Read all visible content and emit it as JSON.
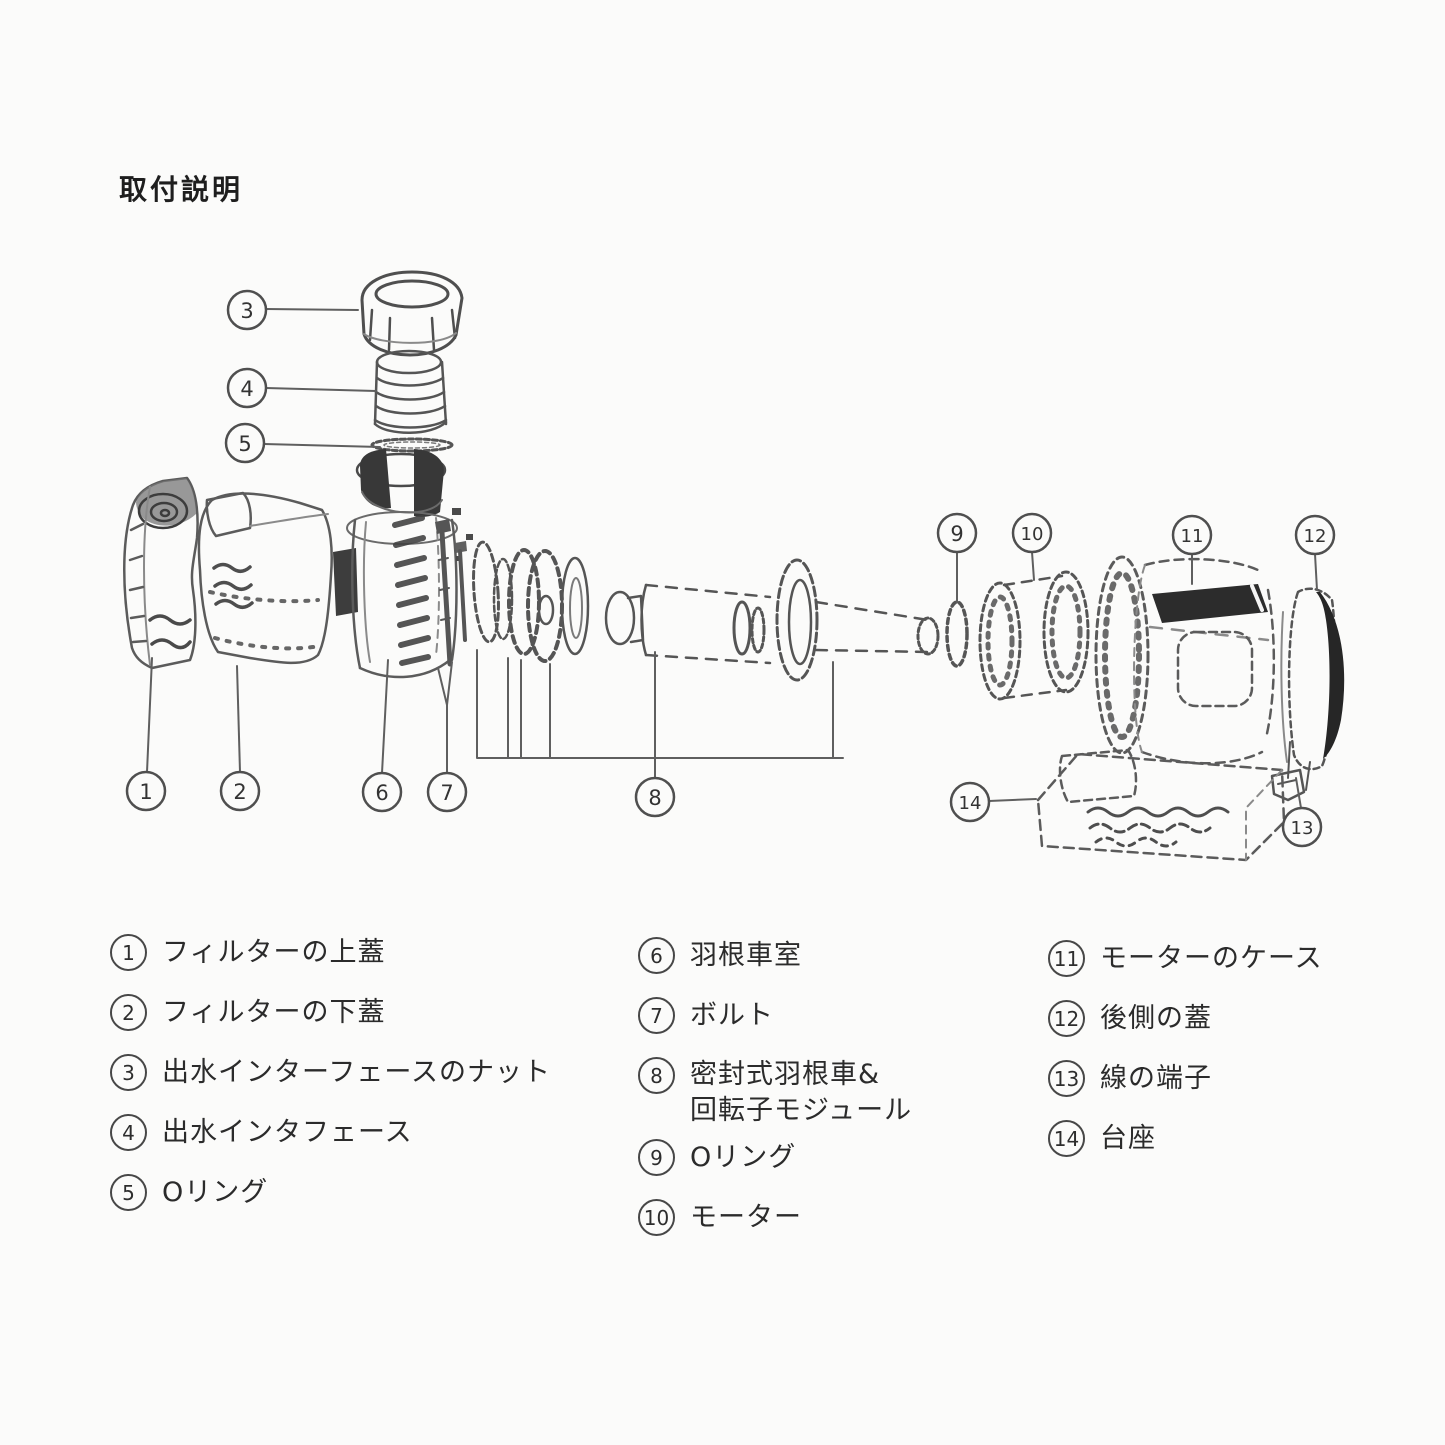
{
  "title": "取付説明",
  "diagram": {
    "callout_numbers": [
      "1",
      "2",
      "3",
      "4",
      "5",
      "6",
      "7",
      "8",
      "9",
      "10",
      "11",
      "12",
      "13",
      "14"
    ]
  },
  "legend": {
    "columns": [
      {
        "items": [
          {
            "num": "1",
            "label": "フィルターの上蓋"
          },
          {
            "num": "2",
            "label": "フィルターの下蓋"
          },
          {
            "num": "3",
            "label": "出水インターフェースのナット"
          },
          {
            "num": "4",
            "label": "出水インタフェース"
          },
          {
            "num": "5",
            "label": "Oリング"
          }
        ]
      },
      {
        "items": [
          {
            "num": "6",
            "label": "羽根車室"
          },
          {
            "num": "7",
            "label": "ボルト"
          },
          {
            "num": "8",
            "label": "密封式羽根車&",
            "label2": "回転子モジュール"
          },
          {
            "num": "9",
            "label": "Oリング"
          },
          {
            "num": "10",
            "label": "モーター"
          }
        ]
      },
      {
        "items": [
          {
            "num": "11",
            "label": "モーターのケース"
          },
          {
            "num": "12",
            "label": "後側の蓋"
          },
          {
            "num": "13",
            "label": "線の端子"
          },
          {
            "num": "14",
            "label": "台座"
          }
        ]
      }
    ]
  },
  "colors": {
    "line": "#5b5b5b",
    "light_line": "#8a8a8a",
    "dark_fill": "#2e2e2e",
    "text": "#2b2b2b"
  }
}
